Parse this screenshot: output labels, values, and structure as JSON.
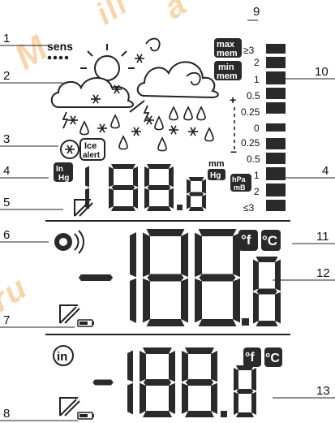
{
  "watermark": {
    "text_1": "M",
    "text_2": "ili",
    "text_3": "a",
    "text_4": "ru",
    "color": "#f2a64a"
  },
  "callouts": [
    "1",
    "2",
    "3",
    "4",
    "4",
    "5",
    "6",
    "7",
    "8",
    "9",
    "10",
    "11",
    "12",
    "13"
  ],
  "display": {
    "sens_label": "sens",
    "max_mem_top": "max",
    "max_mem_bottom": "mem",
    "min_mem_top": "min",
    "min_mem_bottom": "mem",
    "ice_alert_top": "Ice",
    "ice_alert_bottom": "alert",
    "pressure_unit_inhg_top": "In",
    "pressure_unit_inhg_bottom": "Hg",
    "pressure_unit_mmhg_top": "mm",
    "pressure_unit_mmhg_bottom": "Hg",
    "pressure_unit_hpa_top": "hPa",
    "pressure_unit_hpa_bottom": "mB",
    "pressure_digits": "188.8",
    "outdoor_temp_digits": "-188.8",
    "indoor_temp_digits": "-188.8",
    "indoor_label": "in",
    "unit_f": "°f",
    "unit_c": "°C",
    "trend_scale": [
      "≥3",
      "2",
      "1",
      "0.5",
      "0.25",
      "0",
      "0.25",
      "0.5",
      "1",
      "2",
      "≤3"
    ],
    "trend_plus": "+",
    "trend_minus": "−"
  },
  "colors": {
    "lcd_segment": "#2a2a2a",
    "ghost_segment": "#e6e6e6",
    "callout_line": "#222222"
  }
}
